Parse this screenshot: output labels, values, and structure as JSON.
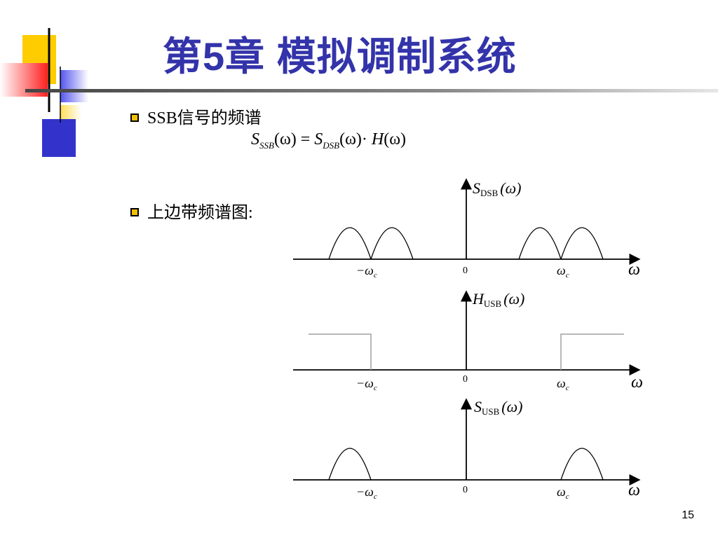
{
  "slide": {
    "title": "第5章 模拟调制系统",
    "page_number": "15",
    "bullets": [
      "SSB信号的频谱",
      "上边带频谱图:"
    ]
  },
  "formula": {
    "lhs_symbol": "S",
    "lhs_sub": "SSB",
    "arg1": "(ω)",
    "equals": "=",
    "rhs1_symbol": "S",
    "rhs1_sub": "DSB",
    "arg2": "(ω)",
    "dot": "·",
    "rhs2_symbol": "H",
    "arg3": "(ω)"
  },
  "plots": [
    {
      "axis_label_symbol": "S",
      "axis_label_sub": "DSB",
      "axis_label_arg": "(ω)",
      "tick_neg": "−ω",
      "tick_zero": "0",
      "tick_pos": "ω",
      "tick_sub": "c",
      "x_label": "ω"
    },
    {
      "axis_label_symbol": "H",
      "axis_label_sub": "USB",
      "axis_label_arg": "(ω)",
      "tick_neg": "−ω",
      "tick_zero": "0",
      "tick_pos": "ω",
      "tick_sub": "c",
      "x_label": "ω"
    },
    {
      "axis_label_symbol": "S",
      "axis_label_sub": "USB",
      "axis_label_arg": "(ω)",
      "tick_neg": "−ω",
      "tick_zero": "0",
      "tick_pos": "ω",
      "tick_sub": "c",
      "x_label": "ω"
    }
  ],
  "colors": {
    "title": "#3333aa",
    "deco_yellow": "#ffcc00",
    "deco_blue": "#3333cc",
    "deco_red": "#ff3333",
    "filter_line": "#a0a0a0"
  }
}
